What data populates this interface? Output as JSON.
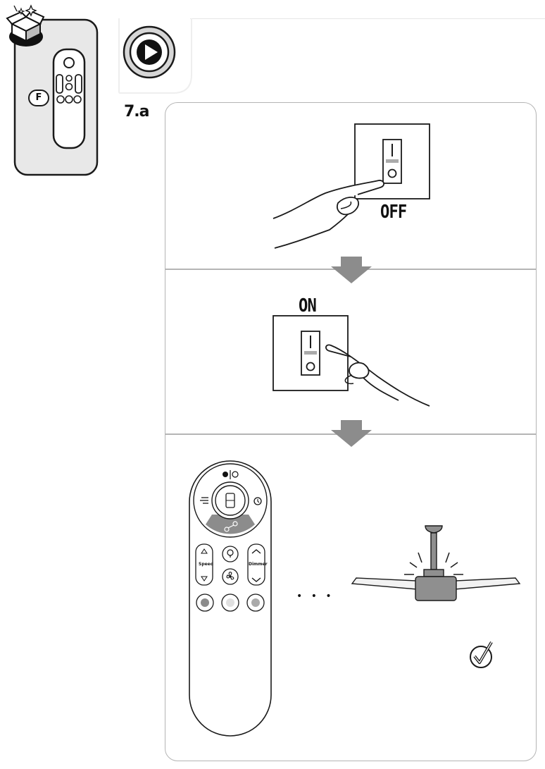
{
  "badge": {
    "letter": "F"
  },
  "step": {
    "label": "7.a"
  },
  "panels": {
    "off_label": "OFF",
    "on_label": "ON"
  },
  "remote": {
    "speed_label": "Speed",
    "dimmer_label": "Dimmer"
  },
  "ellipsis": "• • •",
  "colors": {
    "outline": "#1a1a1a",
    "panel_border": "#b5b5b5",
    "arrow": "#8c8c8c",
    "ceiling_body": "#8f8f8f",
    "blade": "#f2f2f2"
  },
  "icons": [
    "new-product-box-icon",
    "play-icon",
    "checkmark-icon",
    "light-icon",
    "timer-icon",
    "fan-icon"
  ]
}
